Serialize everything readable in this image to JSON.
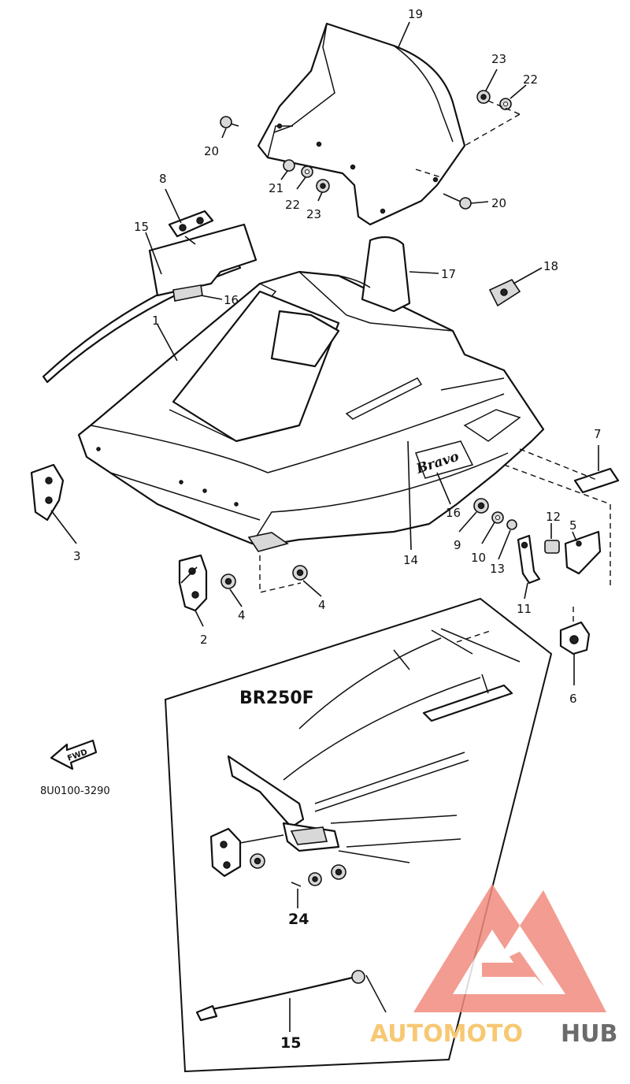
{
  "diagram": {
    "callouts": [
      {
        "id": "label-19",
        "text": "19"
      },
      {
        "id": "label-23a",
        "text": "23"
      },
      {
        "id": "label-22a",
        "text": "22"
      },
      {
        "id": "label-20a",
        "text": "20"
      },
      {
        "id": "label-21",
        "text": "21"
      },
      {
        "id": "label-22b",
        "text": "22"
      },
      {
        "id": "label-23b",
        "text": "23"
      },
      {
        "id": "label-20b",
        "text": "20"
      },
      {
        "id": "label-8",
        "text": "8"
      },
      {
        "id": "label-15a",
        "text": "15"
      },
      {
        "id": "label-16a",
        "text": "16"
      },
      {
        "id": "label-17",
        "text": "17"
      },
      {
        "id": "label-18",
        "text": "18"
      },
      {
        "id": "label-1",
        "text": "1"
      },
      {
        "id": "label-7",
        "text": "7"
      },
      {
        "id": "label-3",
        "text": "3"
      },
      {
        "id": "label-16b",
        "text": "16"
      },
      {
        "id": "label-9",
        "text": "9"
      },
      {
        "id": "label-10",
        "text": "10"
      },
      {
        "id": "label-13",
        "text": "13"
      },
      {
        "id": "label-12",
        "text": "12"
      },
      {
        "id": "label-5",
        "text": "5"
      },
      {
        "id": "label-14",
        "text": "14"
      },
      {
        "id": "label-4a",
        "text": "4"
      },
      {
        "id": "label-4b",
        "text": "4"
      },
      {
        "id": "label-2",
        "text": "2"
      },
      {
        "id": "label-11",
        "text": "11"
      },
      {
        "id": "label-6",
        "text": "6"
      },
      {
        "id": "label-24",
        "text": "24"
      },
      {
        "id": "label-15b",
        "text": "15"
      }
    ],
    "hood_decal": "Bravo",
    "variant_label": "BR250F",
    "fwd_arrow_text": "FWD",
    "diagram_code": "8U0100-3290"
  },
  "watermark": {
    "brand_part1": "AUTOMOTO",
    "brand_part2": "HUB",
    "logo_color": "#f28b7f",
    "text_color_light": "#f7c873",
    "text_color_dark": "#6b6b6b"
  }
}
